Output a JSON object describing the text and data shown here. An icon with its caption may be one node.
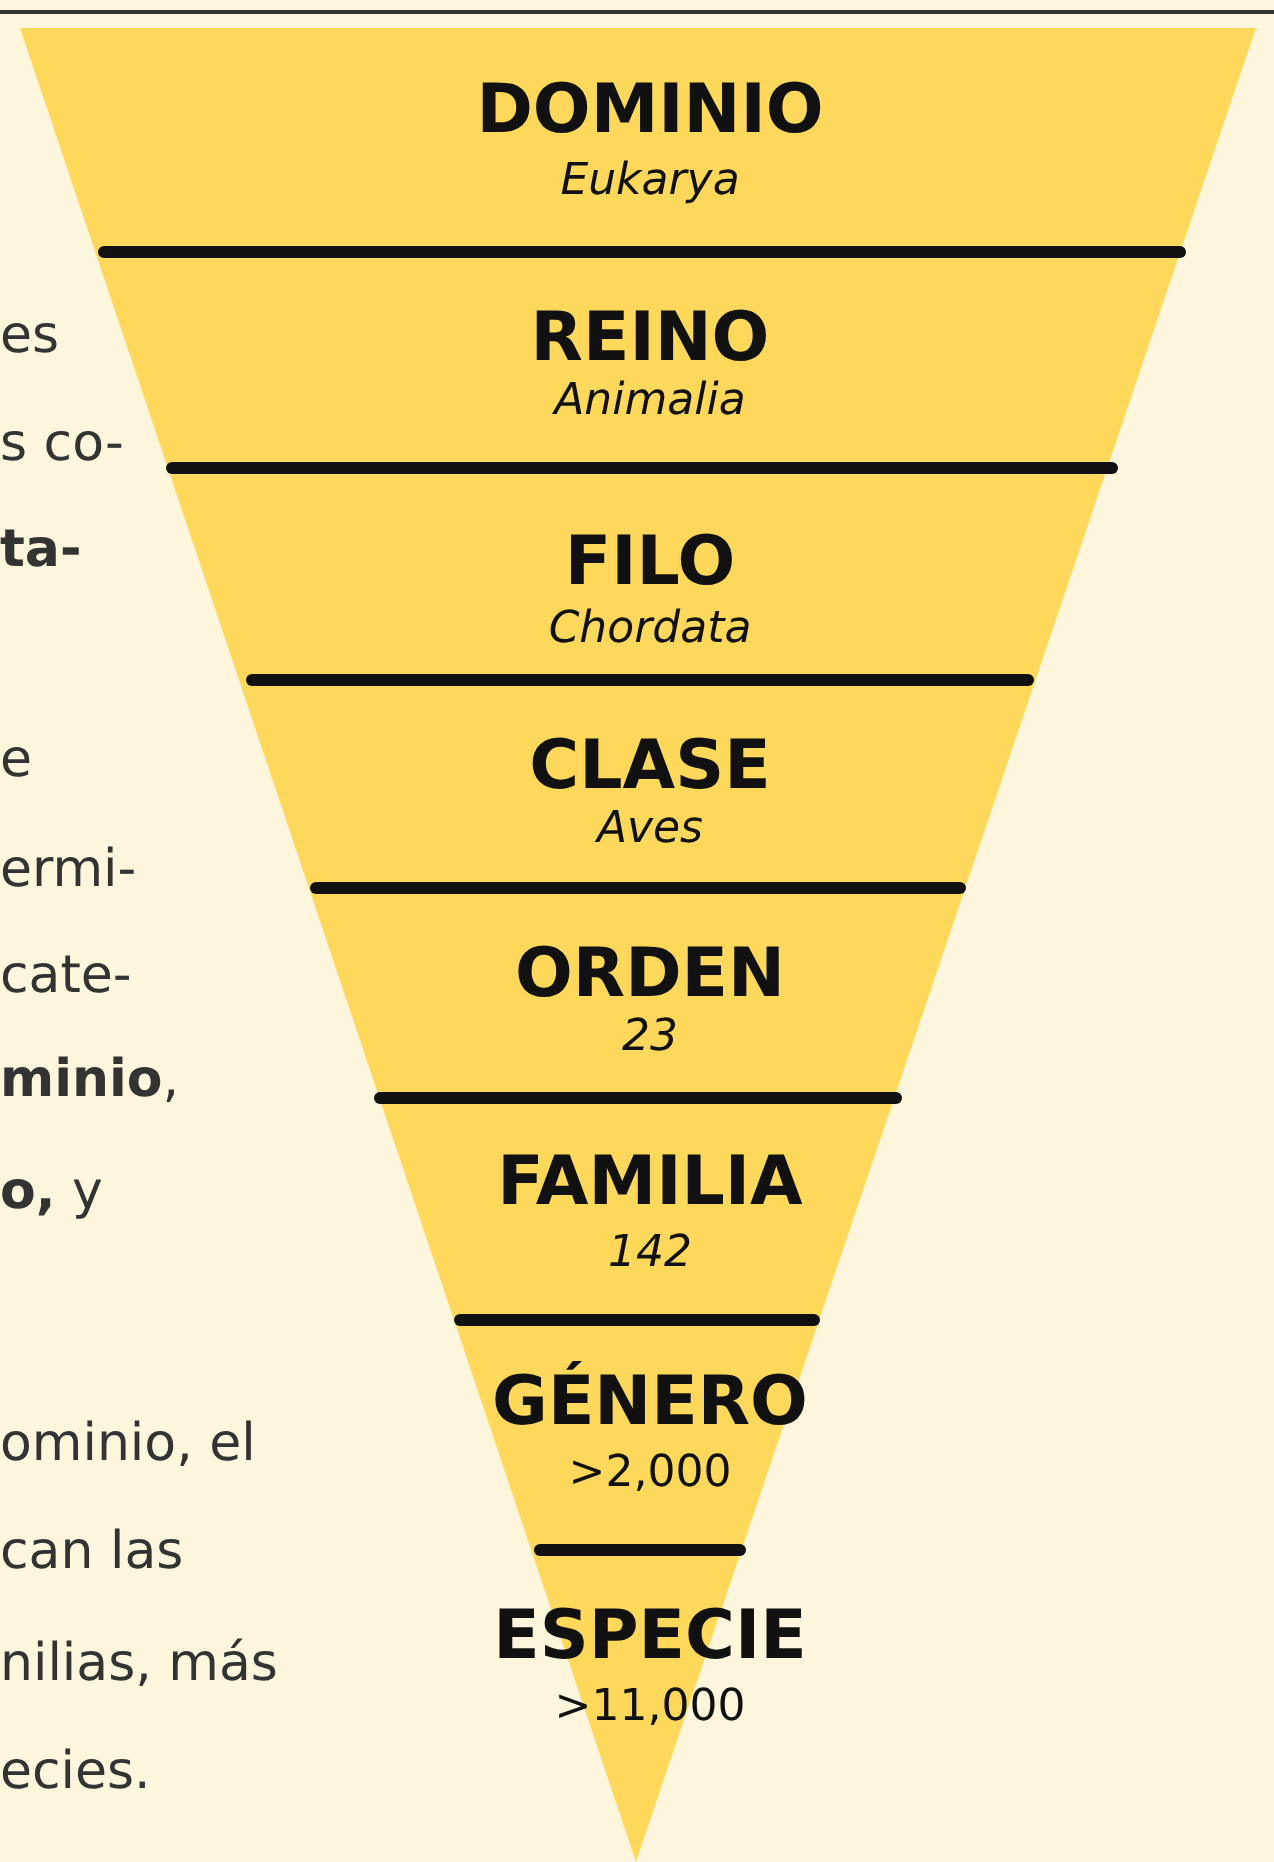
{
  "diagram": {
    "nodes": [
      {
        "text": [
          "DOMINIO",
          "Eukarya"
        ]
      },
      {
        "text": [
          "REINO",
          "Animalia"
        ]
      },
      {
        "text": [
          "FILO",
          "Chordata"
        ]
      },
      {
        "text": [
          "CLASE",
          "Aves"
        ]
      },
      {
        "text": [
          "ORDEN",
          "23"
        ]
      },
      {
        "text": [
          "FAMILIA",
          "142"
        ]
      },
      {
        "text": [
          "GÉNERO",
          ">2,000"
        ]
      },
      {
        "text": [
          "ESPECIE",
          ">11,000"
        ]
      }
    ],
    "labels": [
      "es",
      "s co-",
      "**ta-**",
      "e",
      "ermi-",
      "cate-",
      "**minio**,",
      "**o,** y",
      "ominio, el",
      "can las",
      "nilias, más",
      "ecies."
    ]
  }
}
